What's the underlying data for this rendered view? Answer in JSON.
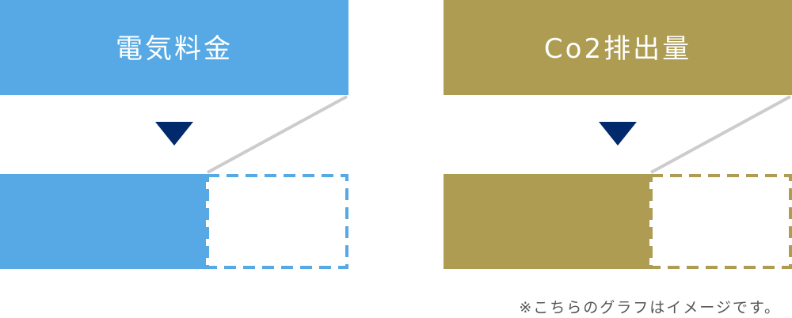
{
  "panels": [
    {
      "title": "電気料金",
      "color": "#56a9e4"
    },
    {
      "title": "Co2排出量",
      "color": "#ad9c52"
    }
  ],
  "arrow_color": "#002a6b",
  "connector_color": "#cccccc",
  "footnote": "※こちらのグラフはイメージです。"
}
